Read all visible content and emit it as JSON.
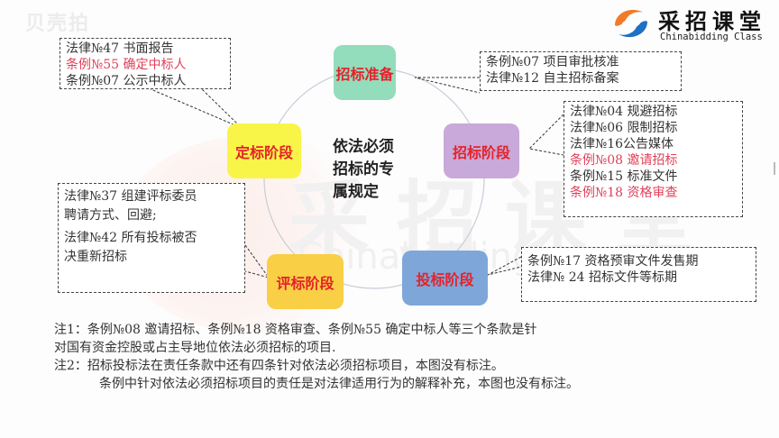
{
  "watermark": {
    "top_left": "贝壳拍",
    "center_cn": "采招课堂",
    "center_en": "Chinabidding"
  },
  "logo": {
    "name_cn": "采招课堂",
    "name_en": "Chinabidding Class",
    "colors": {
      "orange": "#f07c2a",
      "blue": "#1f6fc4"
    }
  },
  "center_title": [
    "依法必须",
    "招标的专",
    "属规定"
  ],
  "stages": [
    {
      "id": "prep",
      "label": "招标准备",
      "color": "#93dcbc"
    },
    {
      "id": "tender",
      "label": "招标阶段",
      "color": "#c9a9d9"
    },
    {
      "id": "bid",
      "label": "投标阶段",
      "color": "#7ea6d9"
    },
    {
      "id": "eval",
      "label": "评标阶段",
      "color": "#f8cf45"
    },
    {
      "id": "award",
      "label": "定标阶段",
      "color": "#f8f548"
    }
  ],
  "callouts": {
    "award": [
      {
        "text": "法律№47 书面报告",
        "red": false
      },
      {
        "text": "条例№55  确定中标人",
        "red": true
      },
      {
        "text": "条例№07  公示中标人",
        "red": false
      }
    ],
    "prep": [
      {
        "text": "条例№07 项目审批核准",
        "red": false
      },
      {
        "text": "法律№12  自主招标备案",
        "red": false
      }
    ],
    "tender": [
      {
        "text": "法律№04  规避招标",
        "red": false
      },
      {
        "text": "法律№06  限制招标",
        "red": false
      },
      {
        "text": "法律№16公告媒体",
        "red": false
      },
      {
        "text": "条例№08    邀请招标",
        "red": true
      },
      {
        "text": "条例№15  标准文件",
        "red": false
      },
      {
        "text": "条例№18    资格审查",
        "red": true
      }
    ],
    "eval": [
      {
        "text": "法律№37 组建评标委员",
        "red": false
      },
      {
        "text": "聘请方式、回避;",
        "red": false
      },
      {
        "text": "法律№42  所有投标被否",
        "red": false
      },
      {
        "text": "决重新招标",
        "red": false
      }
    ],
    "bid": [
      {
        "text": "条例№17 资格预审文件发售期",
        "red": false
      },
      {
        "text": "法律№ 24 招标文件等标期",
        "red": false
      }
    ]
  },
  "notes": [
    "注1：条例№08    邀请招标、条例№18    资格审查、条例№55  确定中标人等三个条款是针",
    "对国有资金控股或占主导地位依法必须招标的项目.",
    "注2：招标投标法在责任条款中还有四条针对依法必须招标项目，本图没有标注。",
    "条例中针对依法必须招标项目的责任是对法律适用行为的解释补充，本图也没有标注。"
  ]
}
